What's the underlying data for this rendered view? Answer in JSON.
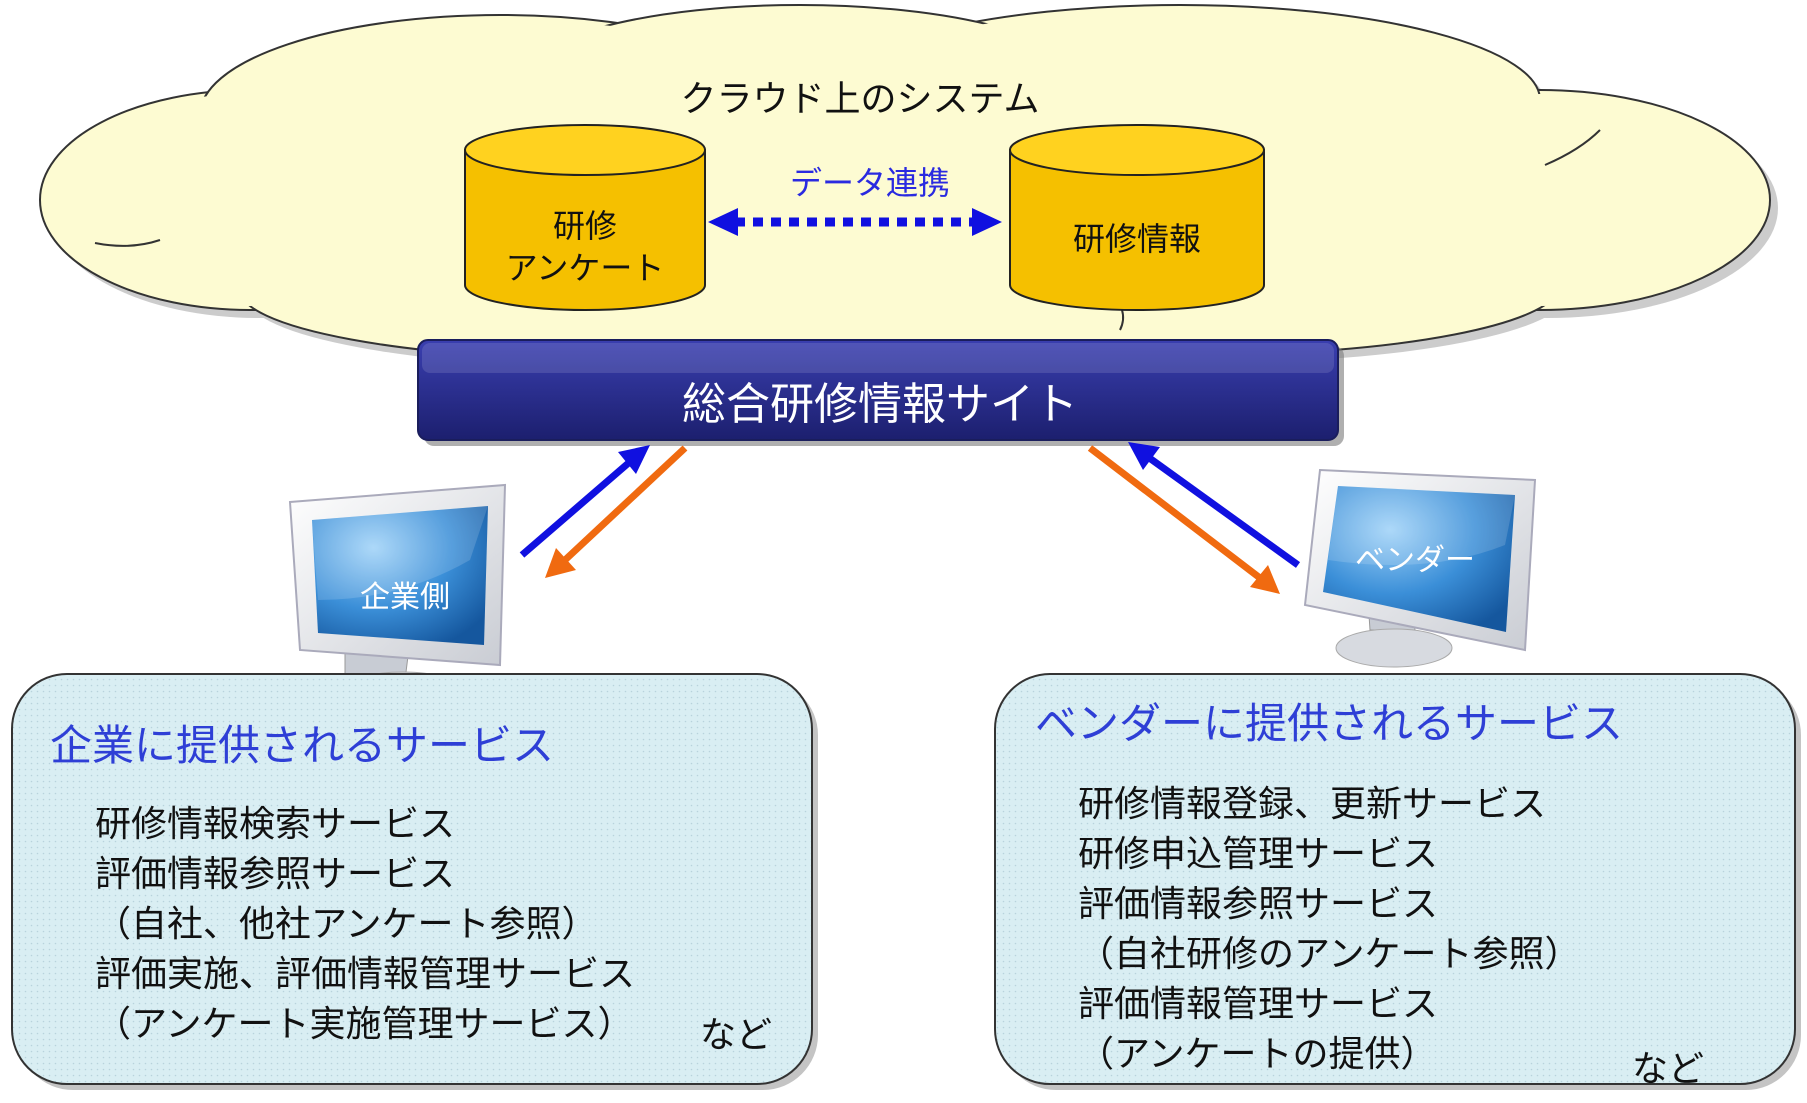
{
  "cloud": {
    "title": "クラウド上のシステム"
  },
  "databases": {
    "left": {
      "line1": "研修",
      "line2": "アンケート"
    },
    "right": {
      "label": "研修情報"
    },
    "link_label": "データ連携"
  },
  "site": {
    "label": "総合研修情報サイト"
  },
  "clients": {
    "company": {
      "label": "企業側"
    },
    "vendor": {
      "label": "ベンダー"
    }
  },
  "company_panel": {
    "title": "企業に提供されるサービス",
    "items": [
      "研修情報検索サービス",
      "評価情報参照サービス",
      "（自社、他社アンケート参照）",
      "評価実施、評価情報管理サービス",
      "（アンケート実施管理サービス）"
    ],
    "etc": "など"
  },
  "vendor_panel": {
    "title": "ベンダーに提供されるサービス",
    "items": [
      "研修情報登録、更新サービス",
      "研修申込管理サービス",
      "評価情報参照サービス",
      "（自社研修のアンケート参照）",
      "評価情報管理サービス",
      "（アンケートの提供）"
    ],
    "etc": "など"
  },
  "colors": {
    "cloud_fill": "#fdfbd2",
    "db_fill": "#f5c000",
    "site_fill": "#2b2f8f",
    "arrow_blue": "#1010e0",
    "arrow_orange": "#f06a10",
    "panel_fill": "#d9eef3",
    "title_blue": "#2e3fd6"
  }
}
